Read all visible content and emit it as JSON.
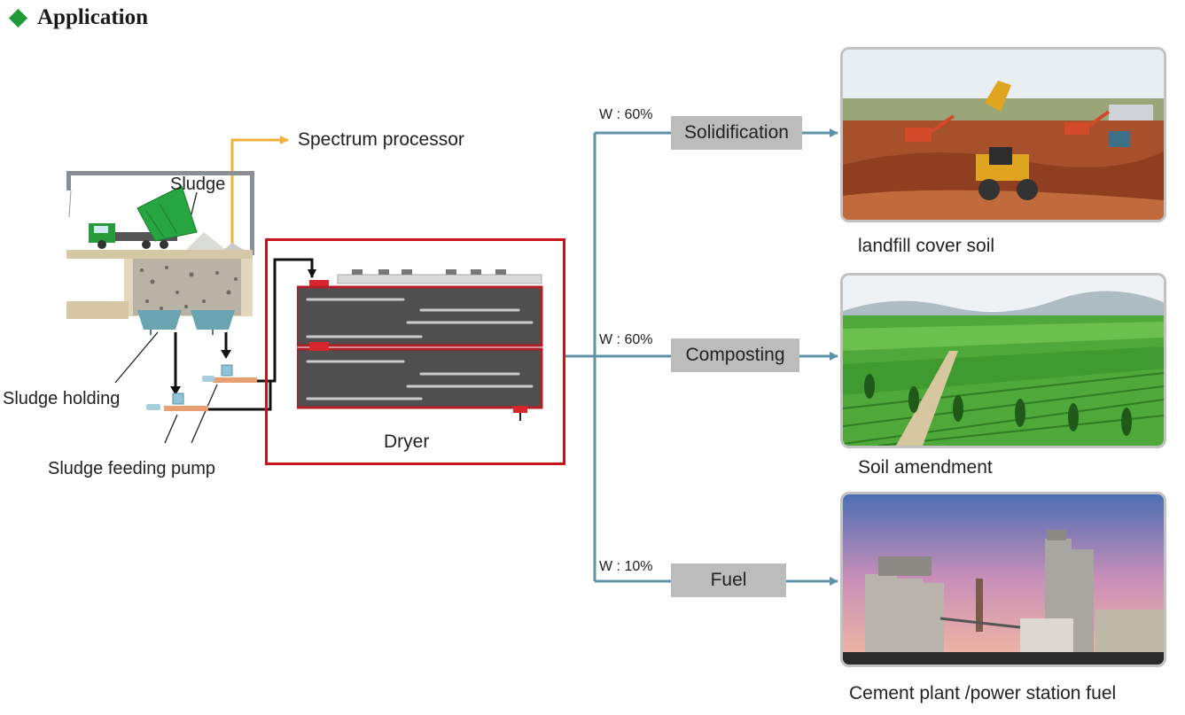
{
  "header": {
    "title": "Application"
  },
  "process": {
    "spectrum": "Spectrum processor",
    "sludge": "Sludge",
    "sludge_holding": "Sludge holding",
    "feeding_pump": "Sludge feeding pump",
    "dryer": "Dryer"
  },
  "branches": [
    {
      "water": "W : 60%",
      "step": "Solidification",
      "use": "landfill cover soil",
      "image": "excavator-site"
    },
    {
      "water": "W : 60%",
      "step": "Composting",
      "use": "Soil amendment",
      "image": "farmland"
    },
    {
      "water": "W : 10%",
      "step": "Fuel",
      "use": "Cement plant /power station fuel",
      "image": "cement-plant"
    }
  ],
  "colors": {
    "flow_line": "#5d93a6",
    "spectrum_line": "#f0b23a",
    "dryer_frame": "#c8141c",
    "accent": "#1f9a3a",
    "box": "#bcbcbc"
  }
}
